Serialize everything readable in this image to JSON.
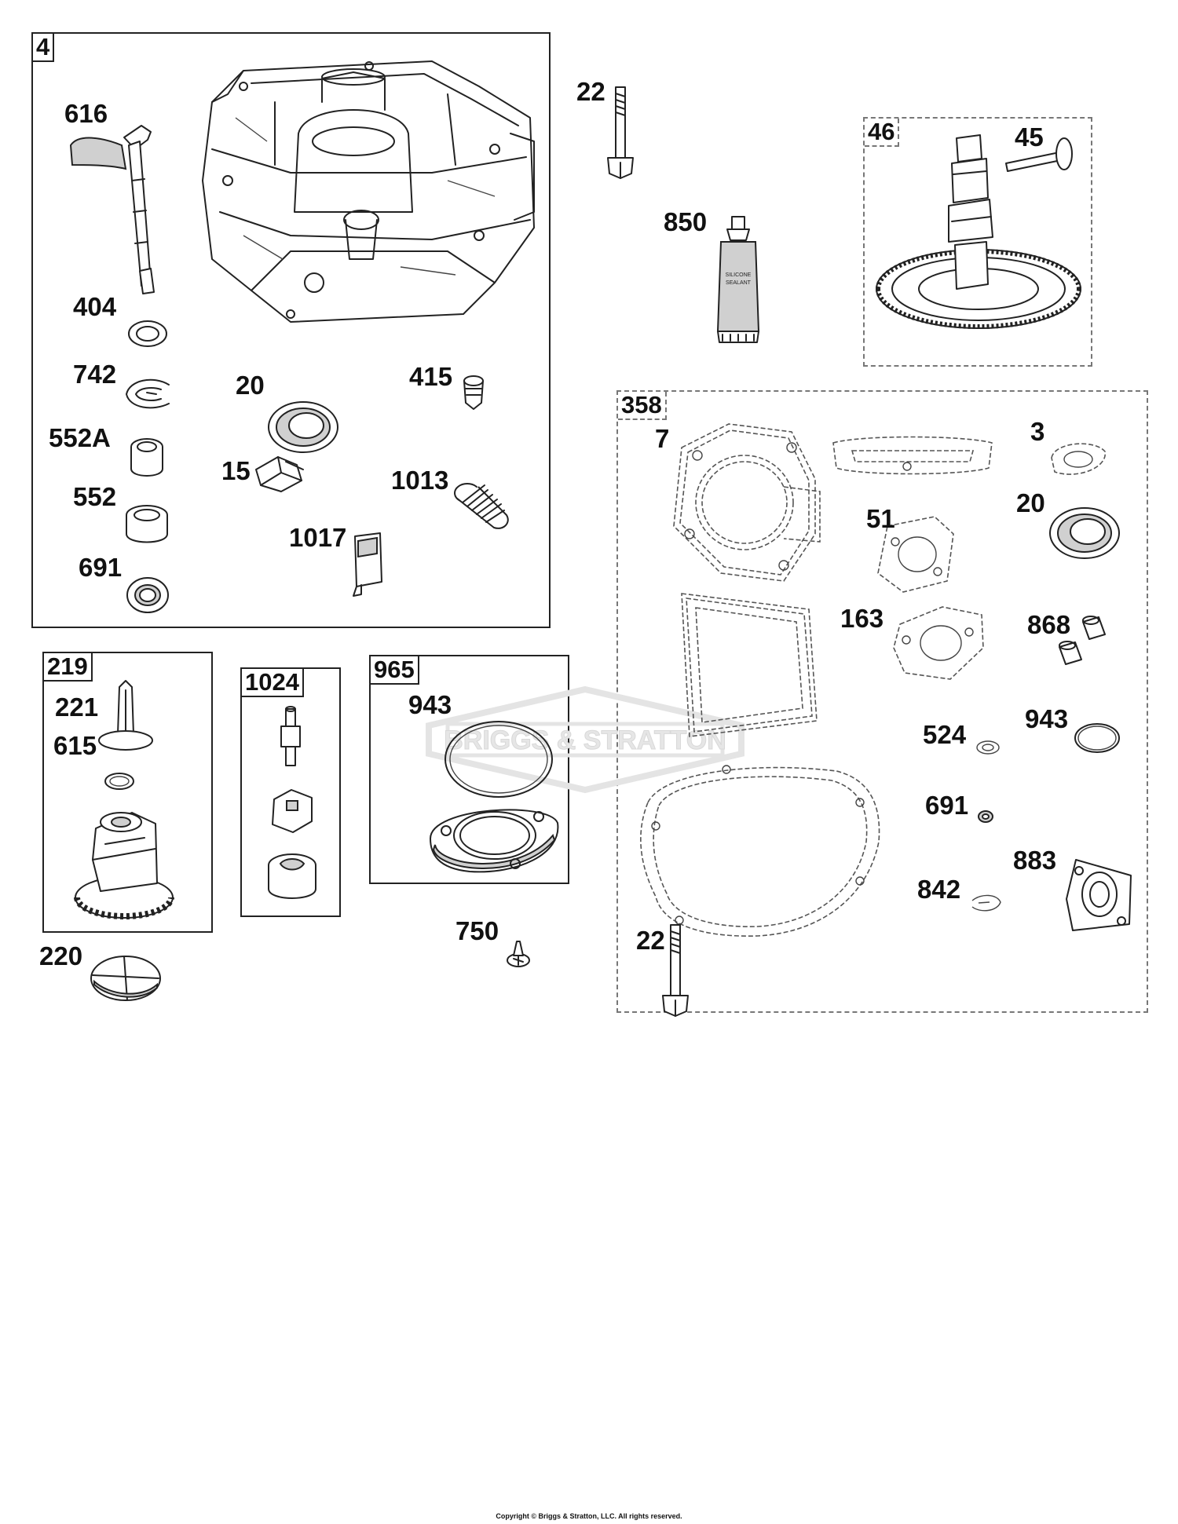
{
  "groups": {
    "g4": "4",
    "g46": "46",
    "g358": "358",
    "g219": "219",
    "g1024": "1024",
    "g965": "965"
  },
  "parts": {
    "p616": "616",
    "p404": "404",
    "p742": "742",
    "p552a": "552A",
    "p552": "552",
    "p691a": "691",
    "p20a": "20",
    "p15": "15",
    "p415": "415",
    "p1013": "1013",
    "p1017": "1017",
    "p22a": "22",
    "p850": "850",
    "p45": "45",
    "p7": "7",
    "p3": "3",
    "p20b": "20",
    "p51": "51",
    "p163": "163",
    "p868": "868",
    "p524": "524",
    "p943b": "943",
    "p691b": "691",
    "p883": "883",
    "p842": "842",
    "p22b": "22",
    "p221": "221",
    "p615": "615",
    "p220": "220",
    "p943a": "943",
    "p750": "750"
  },
  "tube_text": [
    "SILICONE",
    "SEALANT"
  ],
  "watermark": "BRIGGS & STRATTON",
  "copyright": "Copyright © Briggs & Stratton, LLC. All rights reserved."
}
